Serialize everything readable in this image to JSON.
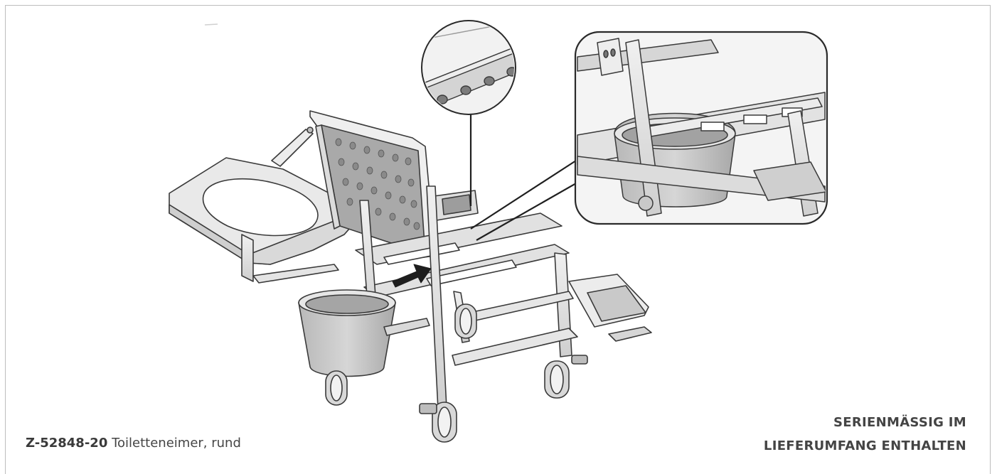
{
  "product": {
    "code": "Z-52848-20",
    "description": "Toiletteneimer, rund"
  },
  "badge": {
    "line1": "SERIENMÄSSIG IM",
    "line2": "LIEFERUMFANG ENTHALTEN"
  },
  "colors": {
    "text": "#3d3d3d",
    "frame_border": "#bdbdbd",
    "line_art": "#3a3a3a",
    "fill_light": "#e6e6e6",
    "fill_mid": "#c9c9c9",
    "fill_dark": "#9a9a9a"
  }
}
